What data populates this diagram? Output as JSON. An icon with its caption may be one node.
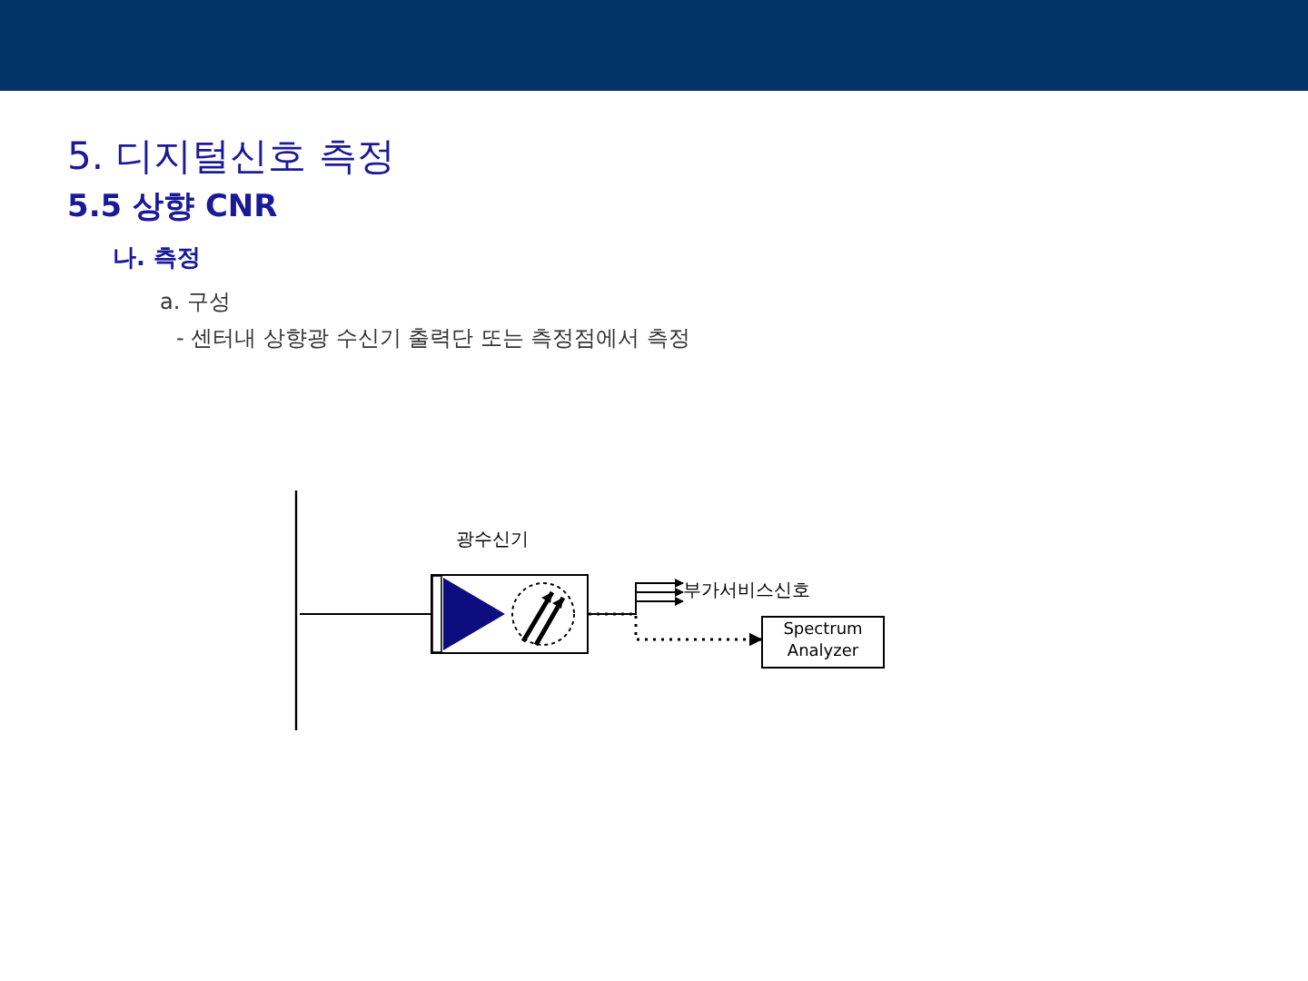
{
  "diagram": {
    "title": "5. 디지털신호 측정",
    "nodes": [
      {
        "text": [
          "광수신기"
        ]
      },
      {
        "text": [
          "Spectrum Analyzer"
        ]
      },
      {
        "text": [
          "부가서비스신호"
        ]
      }
    ],
    "edges": [
      {
        "from": null,
        "to": 0,
        "arrow": "none"
      },
      {
        "from": 0,
        "to": 2,
        "arrow": "to"
      },
      {
        "from": 0,
        "to": 2,
        "arrow": "to"
      },
      {
        "from": 0,
        "to": 2,
        "arrow": "to"
      },
      {
        "from": 0,
        "to": 1,
        "arrow": "to",
        "style": "dashed"
      }
    ],
    "labels": [
      "5.5 상향 CNR",
      "나. 측정",
      "a. 구성",
      "- 센터내 상향광 수신기 출력단 또는 측정점에서 측정"
    ]
  }
}
